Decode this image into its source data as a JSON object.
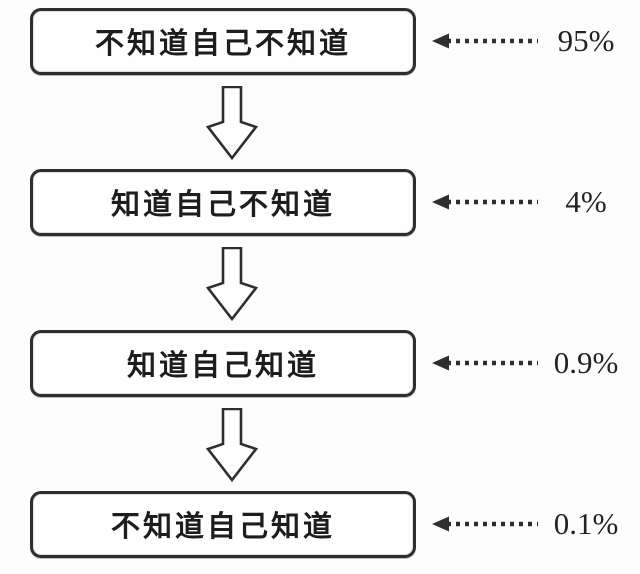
{
  "diagram": {
    "rows": [
      {
        "label": "不知道自己不知道",
        "percent": "95%"
      },
      {
        "label": "知道自己不知道",
        "percent": "4%"
      },
      {
        "label": "知道自己知道",
        "percent": "0.9%"
      },
      {
        "label": "不知道自己知道",
        "percent": "0.1%"
      }
    ],
    "icons": {
      "between_boxes": "hollow-down-arrow",
      "percent_pointer": "dotted-left-arrow"
    },
    "colors": {
      "ink": "#2e2e2e",
      "background": "#fdfdfd"
    }
  }
}
